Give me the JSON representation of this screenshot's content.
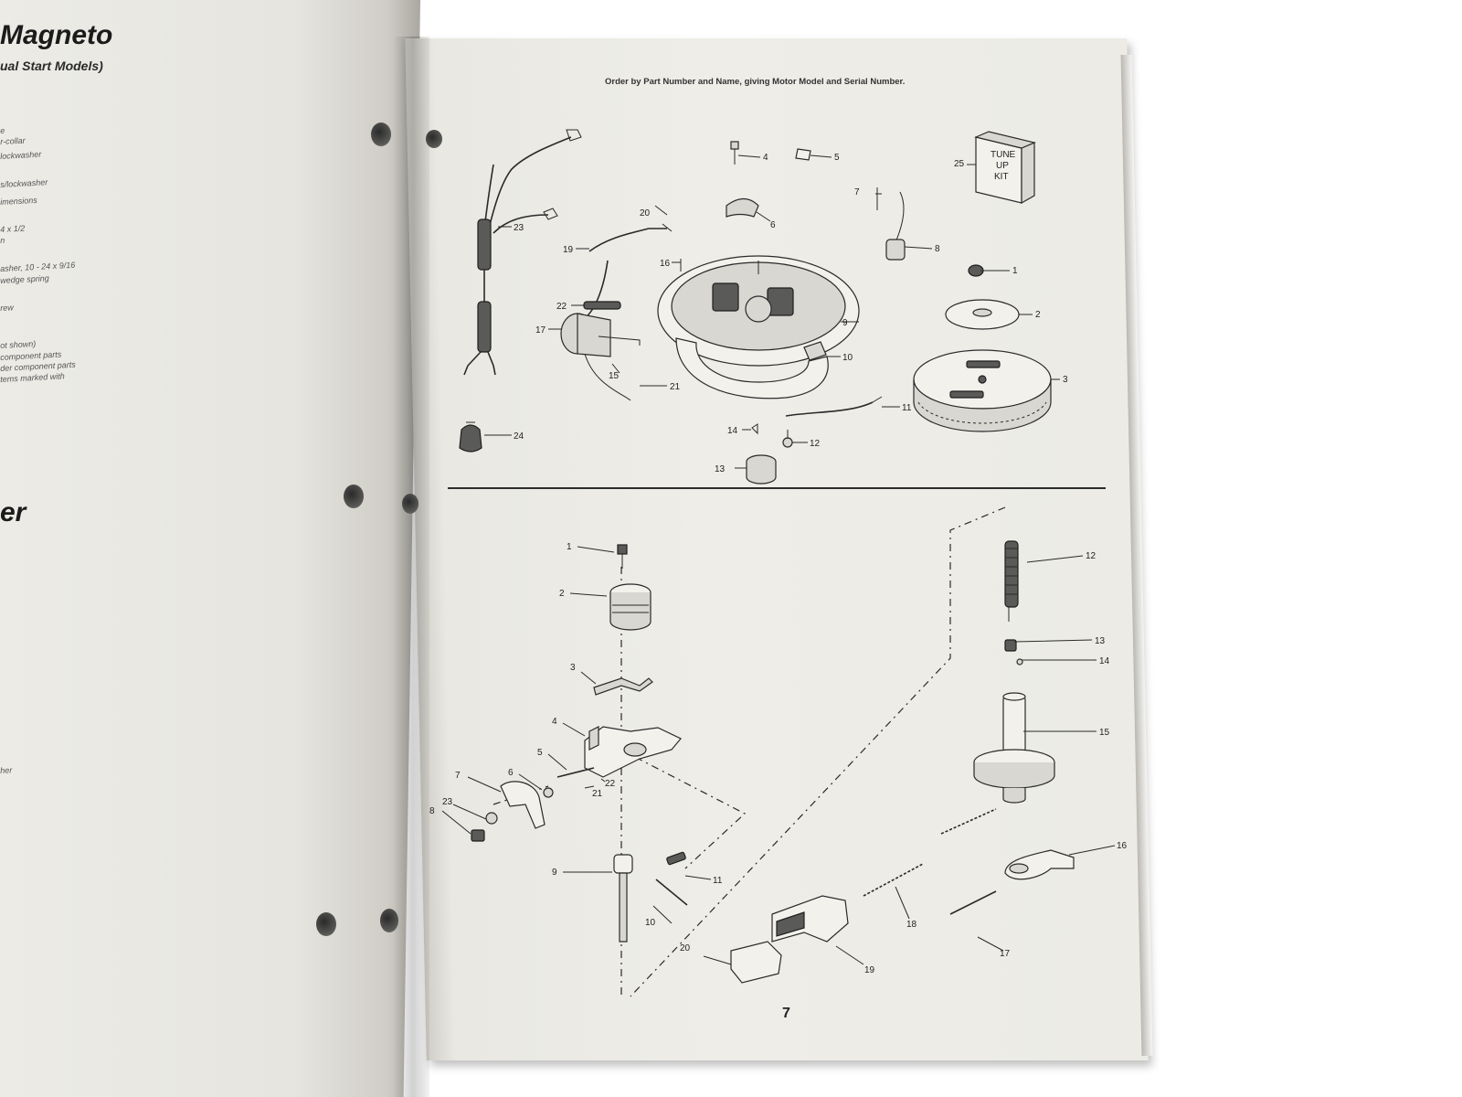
{
  "left_page": {
    "title": "Magneto",
    "subtitle": "ual Start Models)",
    "fragments": [
      "",
      "e",
      "r-collar",
      "lockwasher",
      "s/lockwasher",
      "imensions",
      "4 x 1/2",
      "n",
      "asher, 10 - 24 x 9/16",
      "wedge spring",
      "rew",
      "ot shown)",
      "component parts",
      "der component parts",
      "tems marked with"
    ],
    "section_title_fragment": "er",
    "lower_fragment": "her"
  },
  "right_page": {
    "header_note": "Order by Part Number and Name, giving Motor Model and Serial Number.",
    "tune_up_kit_label": [
      "TUNE",
      "UP",
      "KIT"
    ],
    "page_number": "7",
    "magneto_callouts": [
      "1",
      "2",
      "3",
      "4",
      "5",
      "6",
      "7",
      "8",
      "9",
      "10",
      "11",
      "12",
      "13",
      "14",
      "15",
      "16",
      "17",
      "19",
      "20",
      "21",
      "22",
      "23",
      "24",
      "25"
    ],
    "starter_callouts": [
      "1",
      "2",
      "3",
      "4",
      "5",
      "6",
      "7",
      "8",
      "9",
      "10",
      "11",
      "12",
      "13",
      "14",
      "15",
      "16",
      "17",
      "18",
      "19",
      "20",
      "21",
      "22",
      "23"
    ]
  },
  "colors": {
    "paper": "#eeede8",
    "ink": "#222222",
    "background": "#ffffff"
  }
}
